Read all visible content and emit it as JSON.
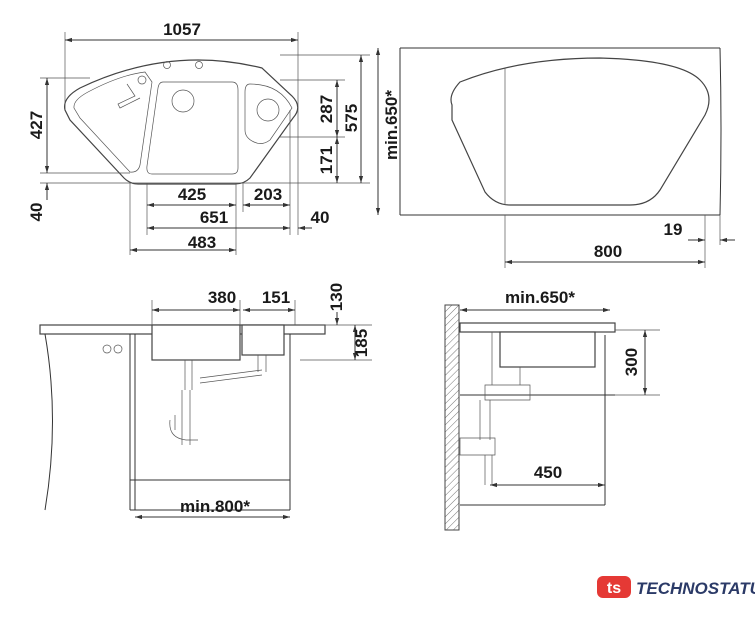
{
  "plan_view": {
    "width_total": "1057",
    "depth_left": "427",
    "edge_left": "40",
    "bowl_main_width": "425",
    "bowl_small_width": "203",
    "overall_651": "651",
    "overall_483": "483",
    "edge_right": "40",
    "depth_small_bowl": "287",
    "depth_total": "575",
    "depth_171": "171"
  },
  "corner_view": {
    "cabinet_min": "min.650*",
    "width_800": "800",
    "offset_19": "19"
  },
  "front_section": {
    "bowl_main": "380",
    "bowl_small": "151",
    "height_130": "130",
    "depth_185": "185",
    "cabinet_min": "min.800*"
  },
  "side_section": {
    "cabinet_min": "min.650*",
    "height_300": "300",
    "drain_450": "450"
  },
  "logo": {
    "text": "TECHNOSTATUS",
    "mark": "ts",
    "color_red": "#e53935",
    "color_navy": "#2b3a67"
  }
}
